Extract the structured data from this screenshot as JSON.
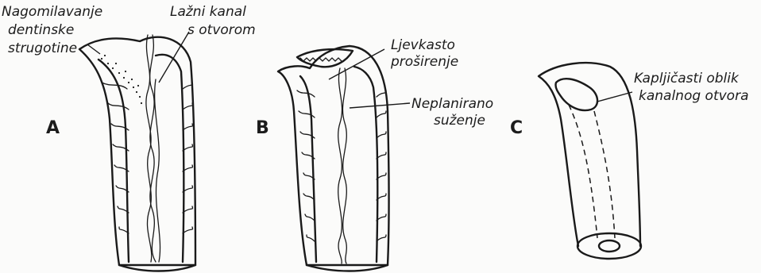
{
  "panels": {
    "a": {
      "letter": "A",
      "label_debris": [
        "Nagomilavanje",
        "dentinske",
        "strugotine"
      ],
      "label_false_canal": [
        "Lažni kanal",
        "s otvorom"
      ]
    },
    "b": {
      "letter": "B",
      "label_funnel": [
        "Ljevkasto",
        "proširenje"
      ],
      "label_narrowing": [
        "Neplanirano",
        "suženje"
      ]
    },
    "c": {
      "letter": "C",
      "label_teardrop": [
        "Kapljičasti oblik",
        "kanalnog otvora"
      ]
    }
  }
}
